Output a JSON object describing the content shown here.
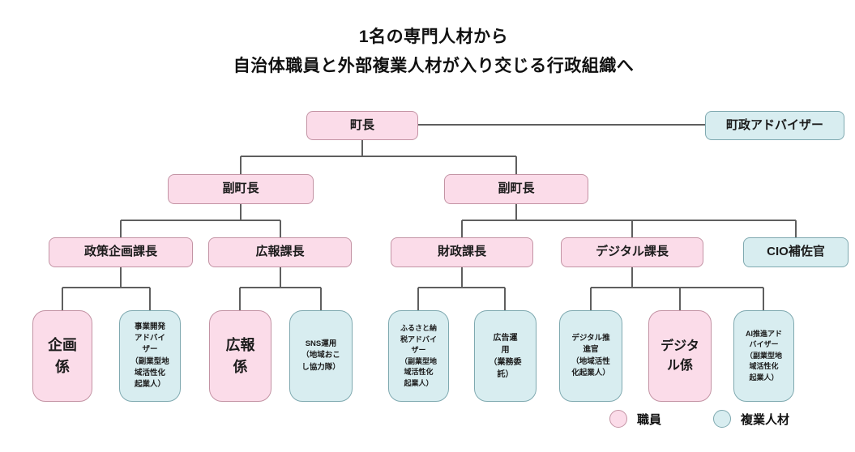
{
  "title": {
    "line1": "1名の専門人材から",
    "line2": "自治体職員と外部複業人材が入り交じる行政組織へ"
  },
  "colors": {
    "staff_fill": "#fbdce9",
    "staff_border": "#c393a4",
    "external_fill": "#d8edf0",
    "external_border": "#7fa9b0",
    "connector": "#5f5f5f"
  },
  "nodes": [
    {
      "id": "mayor",
      "label": "町長",
      "kind": "staff"
    },
    {
      "id": "town-advisor",
      "label": "町政アドバイザー",
      "kind": "external"
    },
    {
      "id": "deputy-mayor-1",
      "label": "副町長",
      "kind": "staff"
    },
    {
      "id": "deputy-mayor-2",
      "label": "副町長",
      "kind": "staff"
    },
    {
      "id": "policy-chief",
      "label": "政策企画課長",
      "kind": "staff"
    },
    {
      "id": "pr-chief",
      "label": "広報課長",
      "kind": "staff"
    },
    {
      "id": "finance-chief",
      "label": "財政課長",
      "kind": "staff"
    },
    {
      "id": "digital-chief",
      "label": "デジタル課長",
      "kind": "staff"
    },
    {
      "id": "cio-aide",
      "label": "CIO補佐官",
      "kind": "external"
    },
    {
      "id": "planning-staff",
      "label": "企画\n係",
      "kind": "staff"
    },
    {
      "id": "bizdev-advisor",
      "label": "事業開発\nアドバイ\nザー\n（副業型地\n域活性化\n起業人）",
      "kind": "external"
    },
    {
      "id": "pr-staff",
      "label": "広報\n係",
      "kind": "staff"
    },
    {
      "id": "sns-ops",
      "label": "SNS運用\n（地域おこ\nし協力隊）",
      "kind": "external"
    },
    {
      "id": "furusato-advisor",
      "label": "ふるさと納\n税アドバイ\nザー\n（副業型地\n域活性化\n起業人）",
      "kind": "external"
    },
    {
      "id": "ad-ops",
      "label": "広告運\n用\n（業務委\n託）",
      "kind": "external"
    },
    {
      "id": "digital-promoter",
      "label": "デジタル推\n進官\n（地域活性\n化起業人）",
      "kind": "external"
    },
    {
      "id": "digital-staff",
      "label": "デジタ\nル係",
      "kind": "staff"
    },
    {
      "id": "ai-advisor",
      "label": "AI推進アド\nバイザー\n（副業型地\n域活性化\n起業人）",
      "kind": "external"
    }
  ],
  "legend": {
    "items": [
      {
        "label": "職員",
        "kind": "staff"
      },
      {
        "label": "複業人材",
        "kind": "external"
      }
    ]
  }
}
